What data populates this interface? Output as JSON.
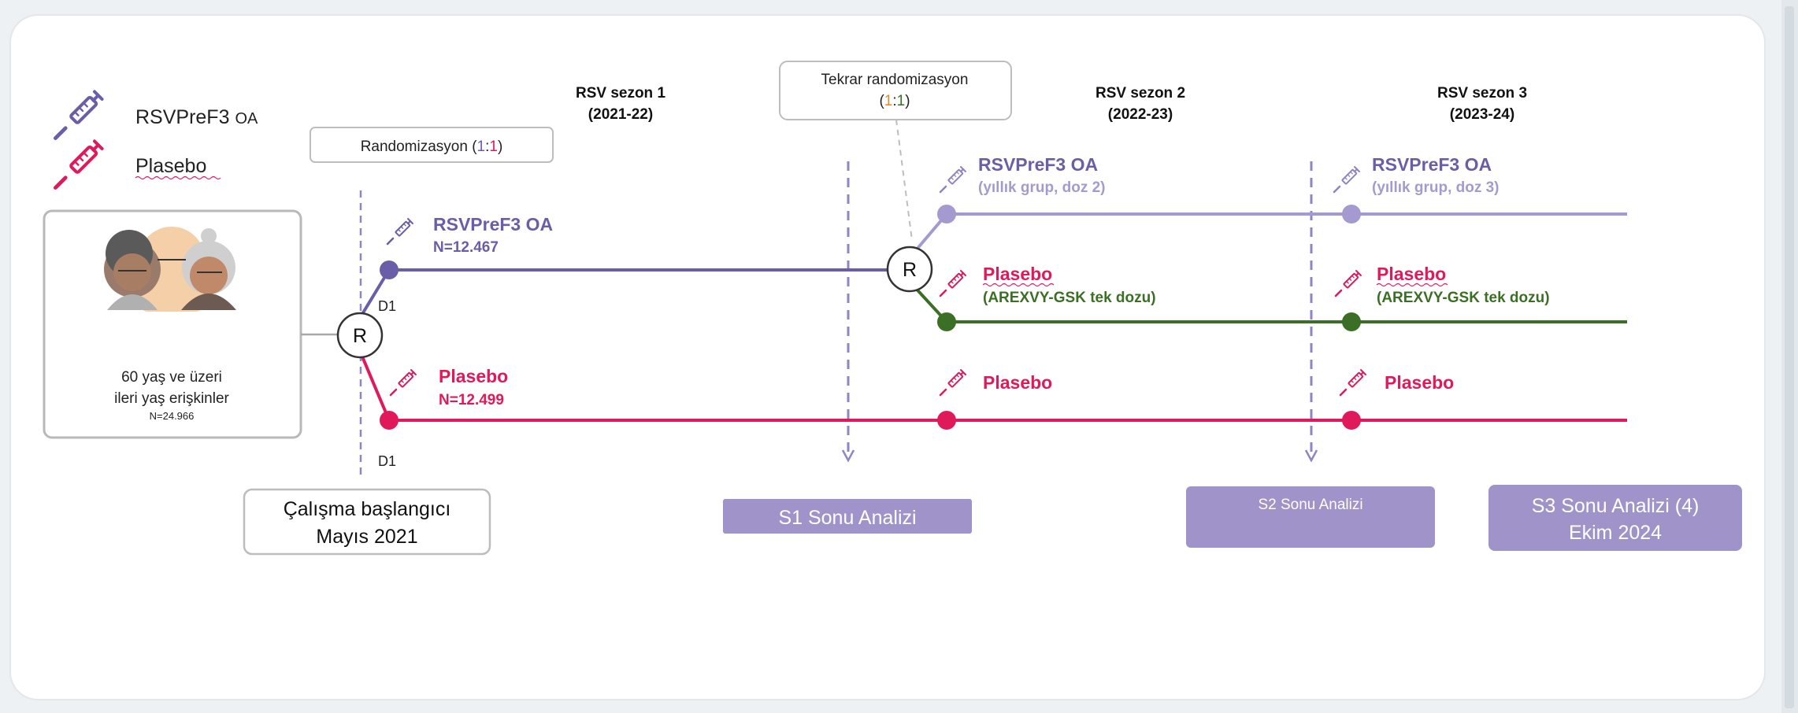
{
  "colors": {
    "purple": "#6a5ea8",
    "lilac": "#a59ad0",
    "pink": "#e0195a",
    "green": "#3b6f25",
    "analysis_box": "#9f93c9"
  },
  "legend": {
    "vaccine_label": "RSVPreF3",
    "vaccine_suffix": "OA",
    "placebo_label": "Plasebo"
  },
  "population": {
    "line1": "60 yaş ve üzeri",
    "line2": "ileri yaş erişkinler",
    "n": "N=24.966"
  },
  "seasons": [
    {
      "name": "RSV sezon 1",
      "years": "(2021-22)"
    },
    {
      "name": "RSV sezon 2",
      "years": "(2022-23)"
    },
    {
      "name": "RSV sezon 3",
      "years": "(2023-24)"
    }
  ],
  "randomization": {
    "label": "Randomizasyon (",
    "ratio_a": "1",
    "colon": ":",
    "ratio_b": "1",
    "close": ")",
    "symbol": "R"
  },
  "rerandomization": {
    "label": "Tekrar randomizasyon",
    "open": "(",
    "ratio_a": "1",
    "colon": ":",
    "ratio_b": "1",
    "close": ")",
    "symbol": "R"
  },
  "arms": {
    "vaccine_s1": {
      "title": "RSVPreF3 OA",
      "n": "N=12.467"
    },
    "placebo_s1": {
      "title": "Plasebo",
      "n": "N=12.499"
    },
    "vaccine_s2": {
      "title": "RSVPreF3 OA",
      "sub": "(yıllık grup, doz 2)"
    },
    "switch_s2": {
      "title": "Plasebo",
      "sub": "(AREXVY-GSK tek dozu)"
    },
    "placebo_s2": {
      "title": "Plasebo"
    },
    "vaccine_s3": {
      "title": "RSVPreF3 OA",
      "sub": "(yıllık grup, doz 3)"
    },
    "switch_s3": {
      "title": "Plasebo",
      "sub": "(AREXVY-GSK tek dozu)"
    },
    "placebo_s3": {
      "title": "Plasebo"
    }
  },
  "day_labels": {
    "top": "D1",
    "bottom": "D1"
  },
  "study_start": {
    "line1": "Çalışma başlangıcı",
    "line2": "Mayıs 2021"
  },
  "analyses": {
    "s1": "S1 Sonu Analizi",
    "s2": "S2 Sonu Analizi",
    "s3_line1": "S3  Sonu Analizi (4)",
    "s3_line2": "Ekim 2024"
  }
}
